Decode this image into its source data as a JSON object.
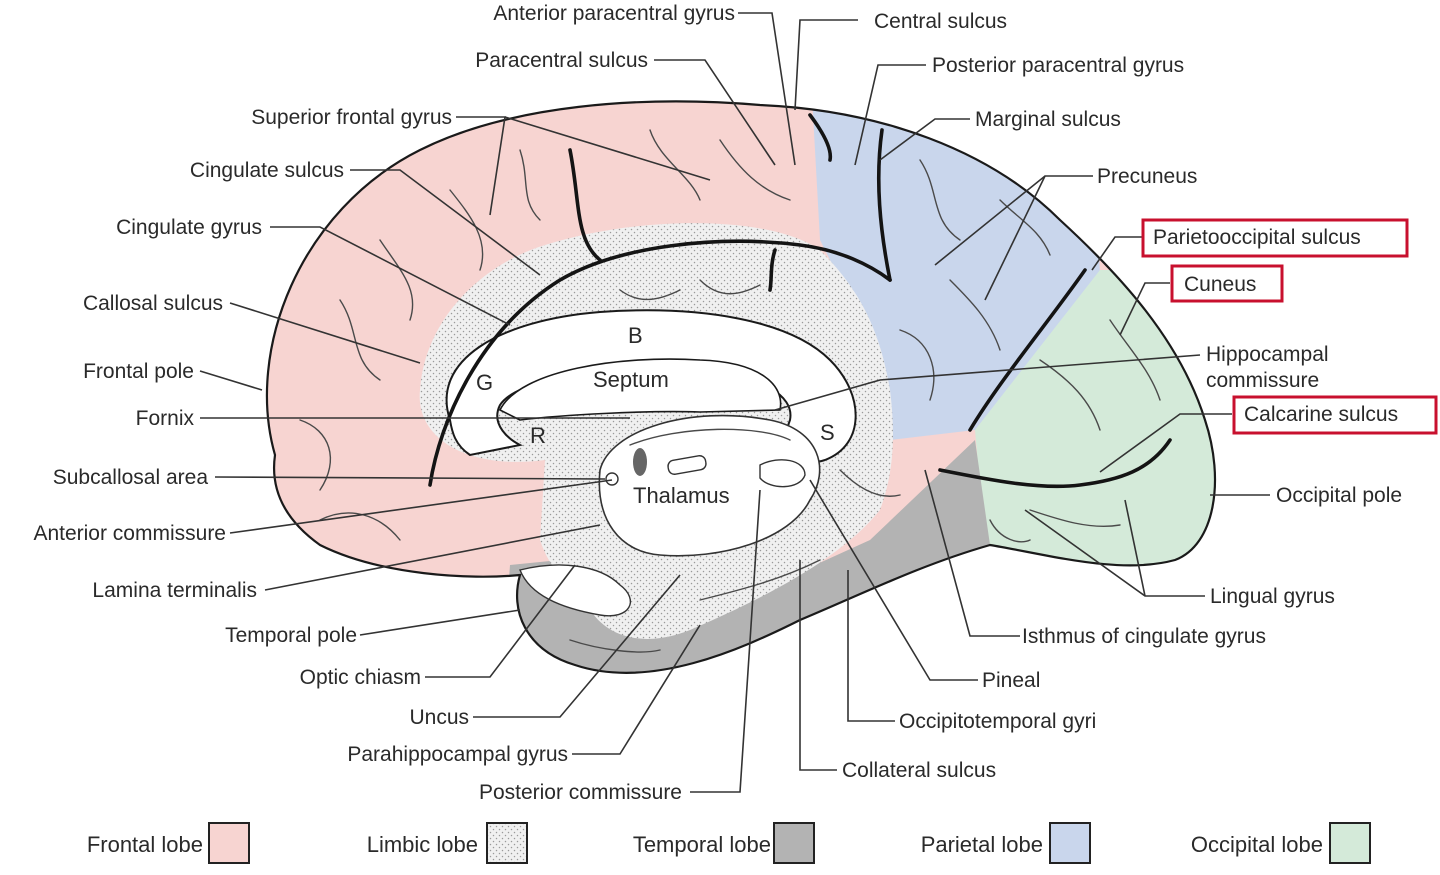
{
  "labels": {
    "anterior_paracentral_gyrus": "Anterior paracentral gyrus",
    "central_sulcus": "Central sulcus",
    "paracentral_sulcus": "Paracentral sulcus",
    "posterior_paracentral_gyrus": "Posterior paracentral gyrus",
    "superior_frontal_gyrus": "Superior frontal gyrus",
    "marginal_sulcus": "Marginal sulcus",
    "cingulate_sulcus": "Cingulate sulcus",
    "precuneus": "Precuneus",
    "cingulate_gyrus": "Cingulate gyrus",
    "parietooccipital_sulcus": "Parietooccipital sulcus",
    "cuneus": "Cuneus",
    "callosal_sulcus": "Callosal sulcus",
    "hippocampal_commissure_line1": "Hippocampal",
    "hippocampal_commissure_line2": "commissure",
    "frontal_pole": "Frontal pole",
    "calcarine_sulcus": "Calcarine sulcus",
    "fornix": "Fornix",
    "occipital_pole": "Occipital pole",
    "subcallosal_area": "Subcallosal area",
    "anterior_commissure": "Anterior commissure",
    "lamina_terminalis": "Lamina terminalis",
    "lingual_gyrus": "Lingual gyrus",
    "temporal_pole": "Temporal pole",
    "isthmus_of_cingulate_gyrus": "Isthmus of cingulate gyrus",
    "optic_chiasm": "Optic chiasm",
    "pineal": "Pineal",
    "uncus": "Uncus",
    "occipitotemporal_gyri": "Occipitotemporal gyri",
    "parahippocampal_gyrus": "Parahippocampal gyrus",
    "collateral_sulcus": "Collateral sulcus",
    "posterior_commissure": "Posterior commissure"
  },
  "inner_labels": {
    "b": "B",
    "septum": "Septum",
    "g": "G",
    "s": "S",
    "r": "R",
    "thalamus": "Thalamus"
  },
  "highlighted": [
    "parietooccipital_sulcus",
    "cuneus",
    "calcarine_sulcus"
  ],
  "highlight_color": "#c8102e",
  "legend": [
    {
      "key": "frontal",
      "label": "Frontal lobe",
      "color": "#f7d4d1"
    },
    {
      "key": "limbic",
      "label": "Limbic lobe",
      "color": "#eeeeee"
    },
    {
      "key": "temporal",
      "label": "Temporal lobe",
      "color": "#b3b3b3"
    },
    {
      "key": "parietal",
      "label": "Parietal lobe",
      "color": "#c9d6ec"
    },
    {
      "key": "occipital",
      "label": "Occipital lobe",
      "color": "#d4ead9"
    }
  ]
}
